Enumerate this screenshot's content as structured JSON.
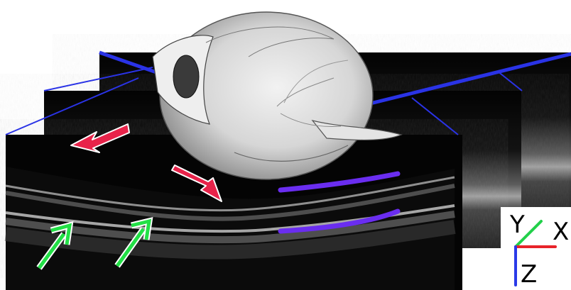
{
  "figure": {
    "description_free": true,
    "axes_legend": {
      "x_label": "X",
      "y_label": "Y",
      "z_label": "Z"
    },
    "colors": {
      "slice_frame": "#2a33e6",
      "arrow_red": "#e8234a",
      "arrow_green": "#22e046",
      "layer_highlight": "#6a2df0",
      "axis_x": "#e8232a",
      "axis_y": "#22d04a",
      "axis_z": "#2a3ae8",
      "background": "#ffffff"
    },
    "icons": [
      "eyeball-illustration",
      "red-arrow",
      "green-arrow",
      "xyz-axes-icon"
    ]
  }
}
